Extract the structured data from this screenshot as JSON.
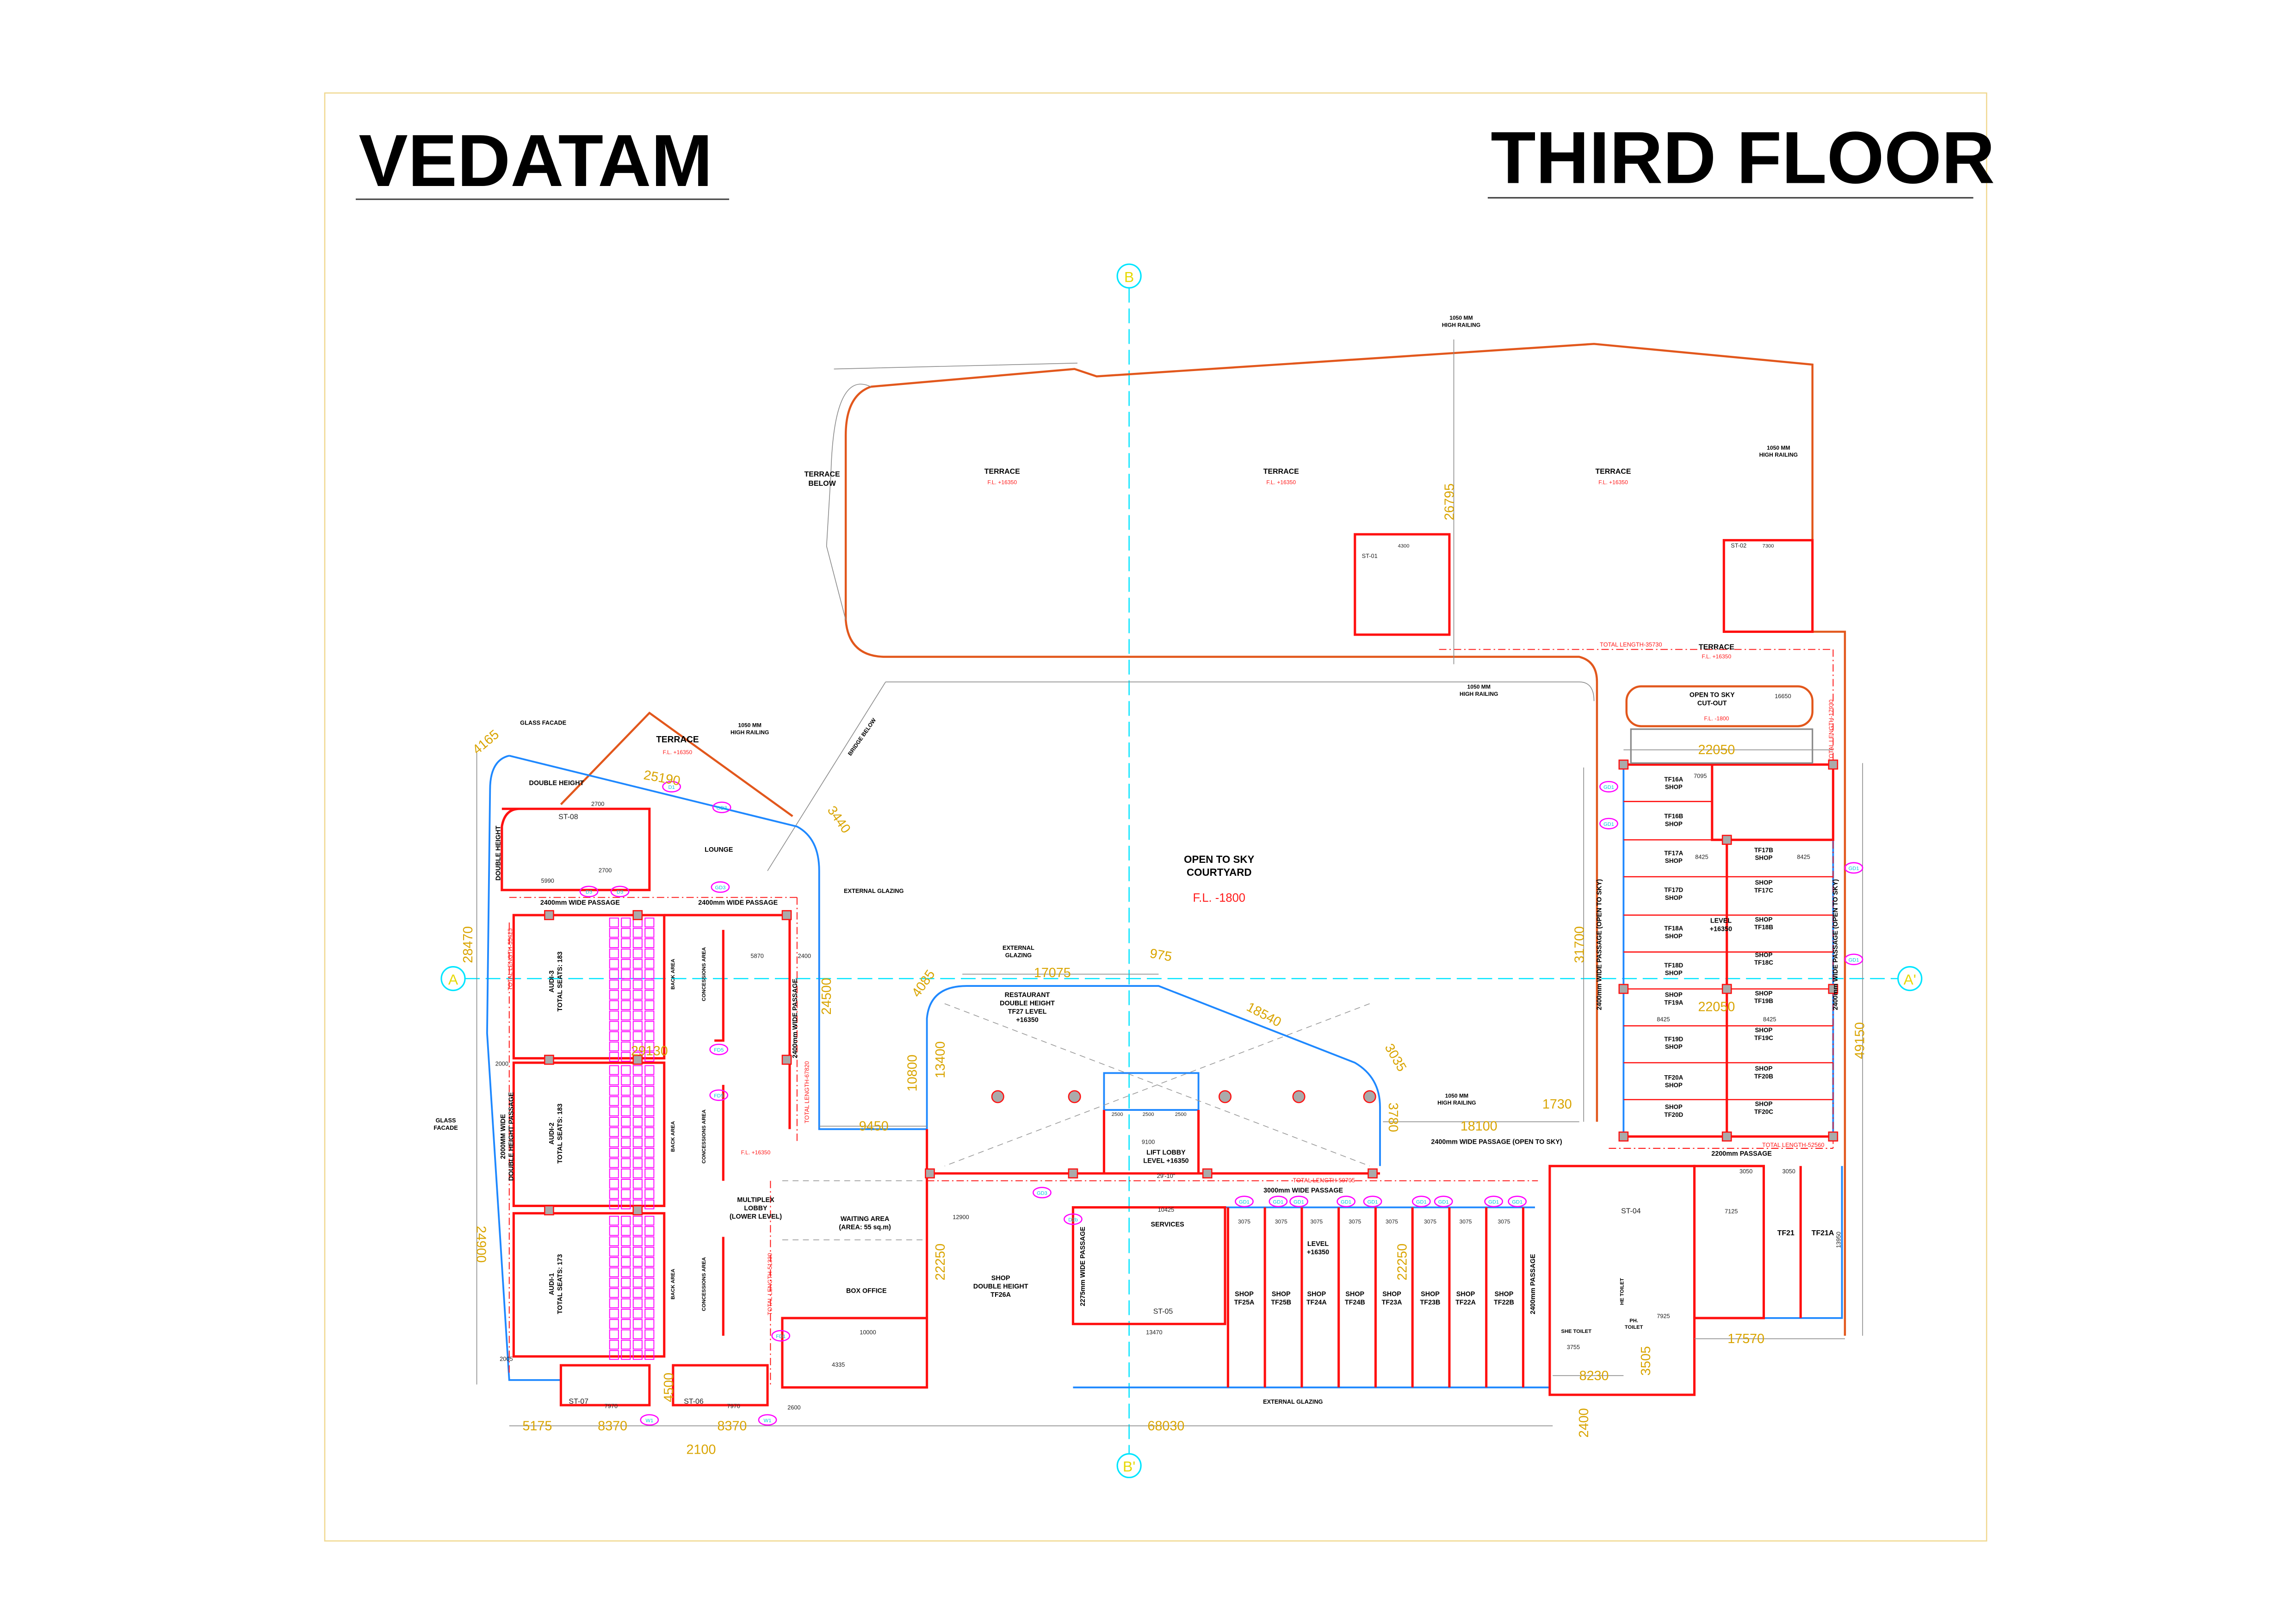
{
  "header": {
    "project": "VEDATAM",
    "drawing": "THIRD FLOOR"
  },
  "grid": {
    "a": "A",
    "a_prime": "A'",
    "b": "B",
    "b_prime": "B'"
  },
  "colors": {
    "walls": "#ff1010",
    "glazing": "#1e88ff",
    "terrace_edge": "#e2571c",
    "dimensions": "#d9a400",
    "grid": "#00e5ff",
    "door_tags": "#ff00ff",
    "seats": "#ff00ff"
  },
  "rooms": [
    [
      "TERRACE",
      "BELOW"
    ],
    "TERRACE",
    "TERRACE",
    "TERRACE",
    "TERRACE",
    "TERRACE",
    "DOUBLE HEIGHT",
    "DOUBLE HEIGHT",
    "LOUNGE",
    [
      "OPEN TO SKY",
      "COURTYARD"
    ],
    [
      "RESTAURANT",
      "DOUBLE HEIGHT",
      "TF27 LEVEL",
      "+16350"
    ],
    [
      "AUDI-3",
      "TOTAL SEATS: 183"
    ],
    [
      "AUDI-2",
      "TOTAL SEATS: 183"
    ],
    [
      "AUDI-1",
      "TOTAL SEATS: 173"
    ],
    "BACK AREA",
    "BACK AREA",
    "BACK AREA",
    "CONCESSIONS AREA",
    "CONCESSIONS AREA",
    "CONCESSIONS AREA",
    [
      "MULTIPLEX",
      "LOBBY",
      "(LOWER LEVEL)"
    ],
    [
      "WAITING AREA",
      "(AREA: 55 sq.m)"
    ],
    "BOX OFFICE",
    [
      "SHOP",
      "DOUBLE HEIGHT",
      "TF26A"
    ],
    [
      "LIFT LOBBY",
      "LEVEL +16350"
    ],
    "SERVICES",
    [
      "LEVEL",
      "+16350"
    ],
    [
      "SHOP",
      "TF25A"
    ],
    [
      "SHOP",
      "TF25B"
    ],
    [
      "SHOP",
      "TF24A"
    ],
    [
      "SHOP",
      "TF24B"
    ],
    [
      "SHOP",
      "TF23A"
    ],
    [
      "SHOP",
      "TF23B"
    ],
    [
      "SHOP",
      "TF22A"
    ],
    [
      "SHOP",
      "TF22B"
    ],
    "SHE TOILET",
    "HE TOILET",
    [
      "PH.",
      "TOILET"
    ],
    "TF21",
    "TF21A",
    [
      "OPEN TO SKY",
      "CUT-OUT"
    ],
    [
      "LEVEL",
      "+16350"
    ],
    [
      "TF16A",
      "SHOP"
    ],
    [
      "TF16B",
      "SHOP"
    ],
    [
      "TF17A",
      "SHOP"
    ],
    [
      "TF17D",
      "SHOP"
    ],
    [
      "TF18A",
      "SHOP"
    ],
    [
      "TF18D",
      "SHOP"
    ],
    [
      "SHOP",
      "TF19A"
    ],
    [
      "TF19D",
      "SHOP"
    ],
    [
      "TF20A",
      "SHOP"
    ],
    [
      "SHOP",
      "TF20D"
    ],
    [
      "TF17B",
      "SHOP"
    ],
    [
      "SHOP",
      "TF17C"
    ],
    [
      "SHOP",
      "TF18B"
    ],
    [
      "SHOP",
      "TF18C"
    ],
    [
      "SHOP",
      "TF19B"
    ],
    [
      "SHOP",
      "TF19C"
    ],
    [
      "SHOP",
      "TF20B"
    ],
    [
      "SHOP",
      "TF20C"
    ]
  ],
  "passages": [
    "2400mm WIDE PASSAGE",
    "2400mm WIDE PASSAGE",
    "2400mm WIDE PASSAGE",
    [
      "2000MM WIDE",
      "DOUBLE HEIGHT PASSAGE"
    ],
    "3000mm WIDE PASSAGE",
    "2275mm WIDE PASSAGE",
    "2400mm PASSAGE",
    "2200mm PASSAGE",
    "2400mm WIDE PASSAGE (OPEN TO SKY)",
    "2400mm WIDE PASSAGE (OPEN TO SKY)",
    "2400mm WIDE PASSAGE (OPEN TO SKY)"
  ],
  "notes": [
    [
      "1050 MM",
      "HIGH RAILING"
    ],
    [
      "1050 MM",
      "HIGH RAILING"
    ],
    [
      "1050 MM",
      "HIGH RAILING"
    ],
    [
      "1050 MM",
      "HIGH RAILING"
    ],
    [
      "1050 MM",
      "HIGH RAILING"
    ],
    "GLASS FACADE",
    [
      "GLASS",
      "FACADE"
    ],
    "EXTERNAL GLAZING",
    [
      "EXTERNAL",
      "GLAZING"
    ],
    "EXTERNAL GLAZING",
    "BRIDGE BELOW"
  ],
  "levels": [
    "F.L. +16350",
    "F.L. +16350",
    "F.L. +16350",
    "F.L. +16350",
    "F.L. +16350",
    "F.L. +16350",
    "F.L. -1800",
    "F.L. -1800"
  ],
  "stairs": [
    "ST-08",
    "ST-01",
    "ST-02",
    "ST-07",
    "ST-06",
    "ST-05",
    "ST-04"
  ],
  "total_lengths": [
    "TOTAL LENGTH-35730",
    "TOTAL LENGTH-59705",
    "TOTAL LENGTH-52560",
    "TOTAL LENGTH-67820",
    "TOTAL LENGTH-55425",
    "TOTAL LENGTH-51330",
    "TOTAL LENGTH-17930"
  ],
  "major_dimensions": [
    "4165",
    "25190",
    "3440",
    "28470",
    "24500",
    "24900",
    "29130",
    "9450",
    "10800",
    "13400",
    "4085",
    "17075",
    "975",
    "18540",
    "3035",
    "3780",
    "18100",
    "1730",
    "31700",
    "22050",
    "22050",
    "49150",
    "26795",
    "22250",
    "22250",
    "4500",
    "5175",
    "8370",
    "8370",
    "2100",
    "68030",
    "8230",
    "2400",
    "3505",
    "17570"
  ],
  "minor_dimensions": [
    "5870",
    "2400",
    "9100",
    "2500",
    "2500",
    "2500",
    "12900",
    "10425",
    "13470",
    "10000",
    "4335",
    "7970",
    "7970",
    "2600",
    "3075",
    "3075",
    "3075",
    "3075",
    "3075",
    "3075",
    "3075",
    "3075",
    "7095",
    "8425",
    "8425",
    "8425",
    "8425",
    "16650",
    "7925",
    "7125",
    "3050",
    "3050",
    "4300",
    "7300",
    "5990",
    "2700",
    "2700",
    "3755",
    "13950",
    "2000",
    "2005",
    "29'-10\""
  ],
  "door_tags": [
    "GD1",
    "GD1",
    "GD1",
    "GD1",
    "GD1",
    "GD1",
    "GD1",
    "GD1",
    "GD1",
    "GD3",
    "GD3",
    "GD3",
    "D1",
    "D3",
    "D3",
    "FD1",
    "FD5",
    "FD5",
    "W1",
    "W1",
    "D2b",
    "GD1",
    "GD1",
    "GD1",
    "GD1"
  ]
}
